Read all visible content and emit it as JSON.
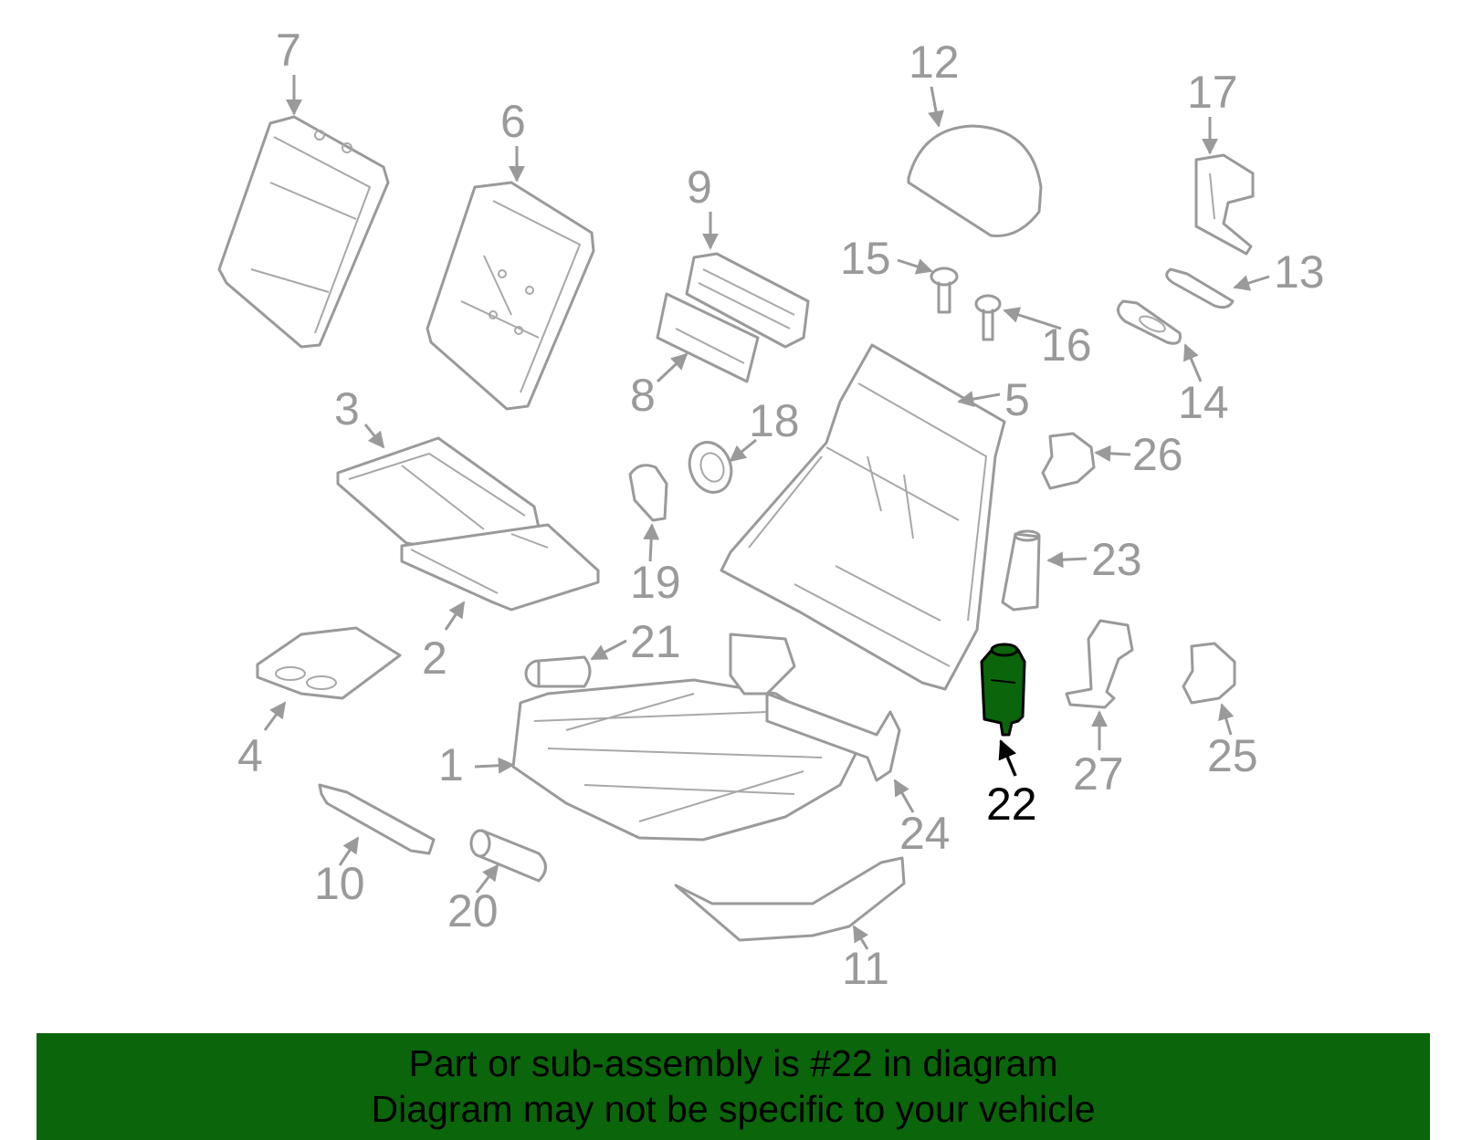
{
  "diagram": {
    "highlighted_part": "22",
    "callouts": [
      "1",
      "2",
      "3",
      "4",
      "5",
      "6",
      "7",
      "8",
      "9",
      "10",
      "11",
      "12",
      "13",
      "14",
      "15",
      "16",
      "17",
      "18",
      "19",
      "20",
      "21",
      "22",
      "23",
      "24",
      "25",
      "26",
      "27"
    ]
  },
  "banner": {
    "line1": "Part or sub-assembly is #22 in diagram",
    "line2": "Diagram may not be specific to your vehicle",
    "color": "#0b650b"
  },
  "colors": {
    "line_art": "#9a9a9a",
    "highlight_fill": "#0b650b",
    "highlight_label": "#000000"
  }
}
